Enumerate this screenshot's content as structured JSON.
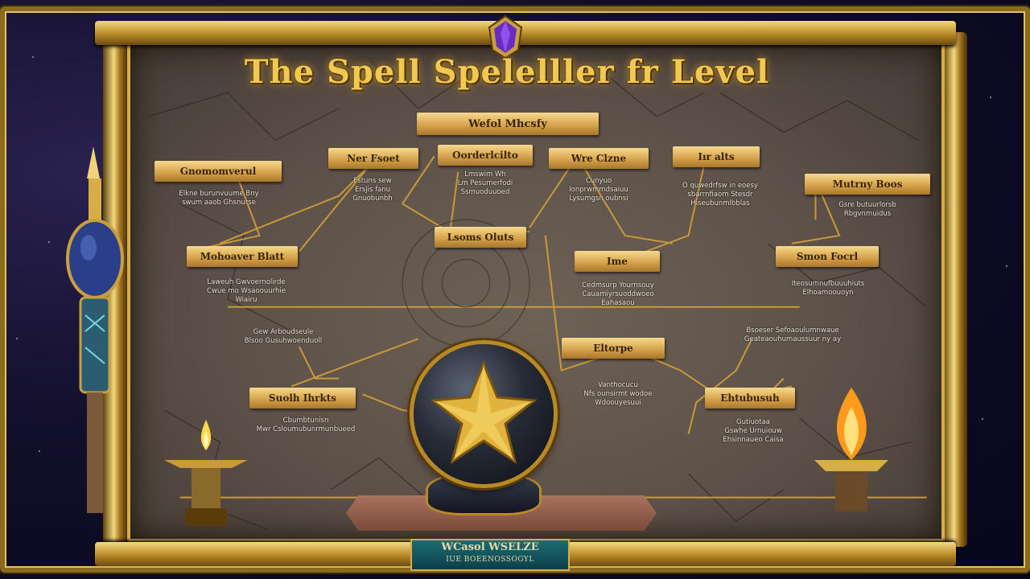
{
  "title": "The Spell Spelelller fr Level",
  "subtitle": "Wefol Mhcsfy",
  "nodes": [
    {
      "id": "n1",
      "label": "Gnomomverul",
      "desc": [
        "Elkne burunvuume Bny",
        "swum aaob Ghsnurse"
      ]
    },
    {
      "id": "n2",
      "label": "Ner Fsoet",
      "desc": [
        "Fstuns sew",
        "Ersjis fanu",
        "Gnuobunbh"
      ]
    },
    {
      "id": "n3",
      "label": "Oorderlcilto",
      "desc": [
        "Lmswim Wh",
        "Lm Pesumerfodi",
        "Ssmuoduuoed"
      ]
    },
    {
      "id": "n4",
      "label": "Wre Clzne",
      "desc": [
        "Cunyuo",
        "Ionprwmmdsaiuu",
        "Lysumgsn oubnsi"
      ]
    },
    {
      "id": "n5",
      "label": "Iır alts",
      "desc": [
        "O quwedrfsw in eoesy",
        "sbarrnfiaom Stesdr",
        "Hiseubunmlbblas"
      ]
    },
    {
      "id": "n6",
      "label": "Mutrny Boos",
      "desc": [
        "Gsre butuurlorsb",
        "Rbgvnmuidus"
      ]
    },
    {
      "id": "n7",
      "label": "Mohoaver Blatt",
      "desc": [
        "Laweuh Gwvoernolirde",
        "Cwue mo Wsaoouurhie",
        "Wiairu"
      ]
    },
    {
      "id": "n8",
      "label": "Lsoms Oluts",
      "desc": []
    },
    {
      "id": "n9",
      "label": "Ime",
      "desc": [
        "Cedmsurp Yournsouy",
        "Cauamiyrsuoddwoeo",
        "Eahasaou"
      ]
    },
    {
      "id": "n10",
      "label": "Smon Focrl",
      "desc": [
        "Iteosumnufbuuuhiuts",
        "Elhoamoouoyn"
      ]
    },
    {
      "id": "n11",
      "label": "Gew Arboudseule",
      "desc": [
        "Blsoo Gusuhwoenduoll"
      ]
    },
    {
      "id": "n12",
      "label": "Eltorpe",
      "desc": []
    },
    {
      "id": "n13",
      "label": "Bsoeser Sefoaoulumnwaue",
      "desc": [
        "Geateaouhumaussuur ny ay"
      ]
    },
    {
      "id": "n14",
      "label": "Suolh Ihrkts",
      "desc": []
    },
    {
      "id": "n15",
      "label": "Ehtubusuh",
      "desc": []
    },
    {
      "id": "n16",
      "label": "Cbumbtunisn",
      "desc": [
        "Mwr Csloumubunrmunbueed"
      ]
    },
    {
      "id": "n17",
      "label": "Vanthocucu",
      "desc": [
        "Nfs ounsirmt wodoe",
        "Wdoouyesuui"
      ]
    },
    {
      "id": "n18",
      "label": "Gutiuotaa",
      "desc": [
        "Gswhe Urnuiouw",
        "Ehsinnaueo Caisa"
      ]
    }
  ],
  "footer": {
    "line1": "WCasol WSELZE",
    "line2": "IUE BOEENOSSOGYL"
  },
  "colors": {
    "gold": "#d7ad45",
    "board": "#5c5048",
    "title": "#f1c850",
    "banner": "#e0b05a"
  }
}
